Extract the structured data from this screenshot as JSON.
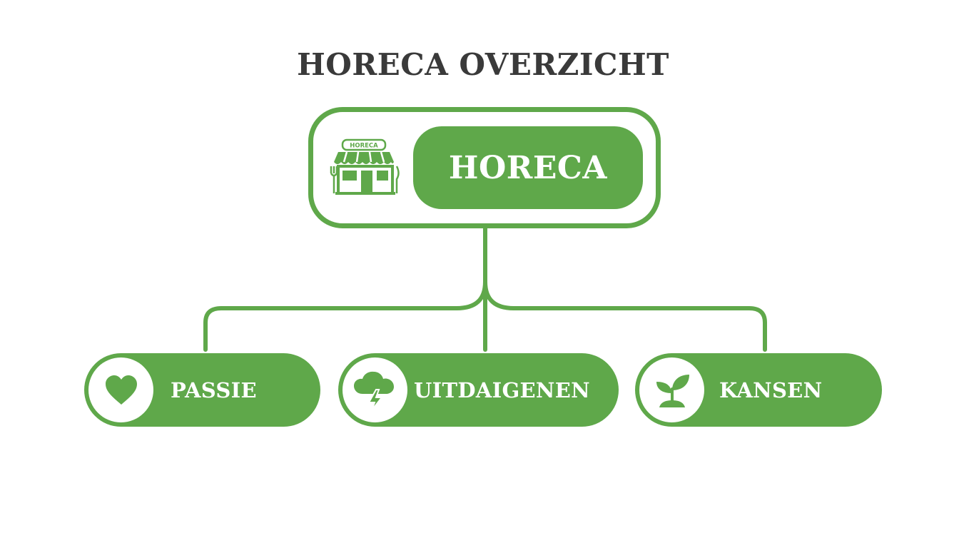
{
  "title": "HORECA OVERZICHT",
  "root": {
    "label": "HORECA",
    "icon": "restaurant-storefront-icon",
    "sign_text": "HORECA"
  },
  "children": [
    {
      "label": "PASSIE",
      "icon": "heart-icon"
    },
    {
      "label": "UITDAIGENEN",
      "icon": "storm-cloud-lightning-icon"
    },
    {
      "label": "KANSEN",
      "icon": "sprout-icon"
    }
  ],
  "colors": {
    "accent": "#5fa84a",
    "title": "#3a3a3a",
    "background": "#ffffff"
  }
}
